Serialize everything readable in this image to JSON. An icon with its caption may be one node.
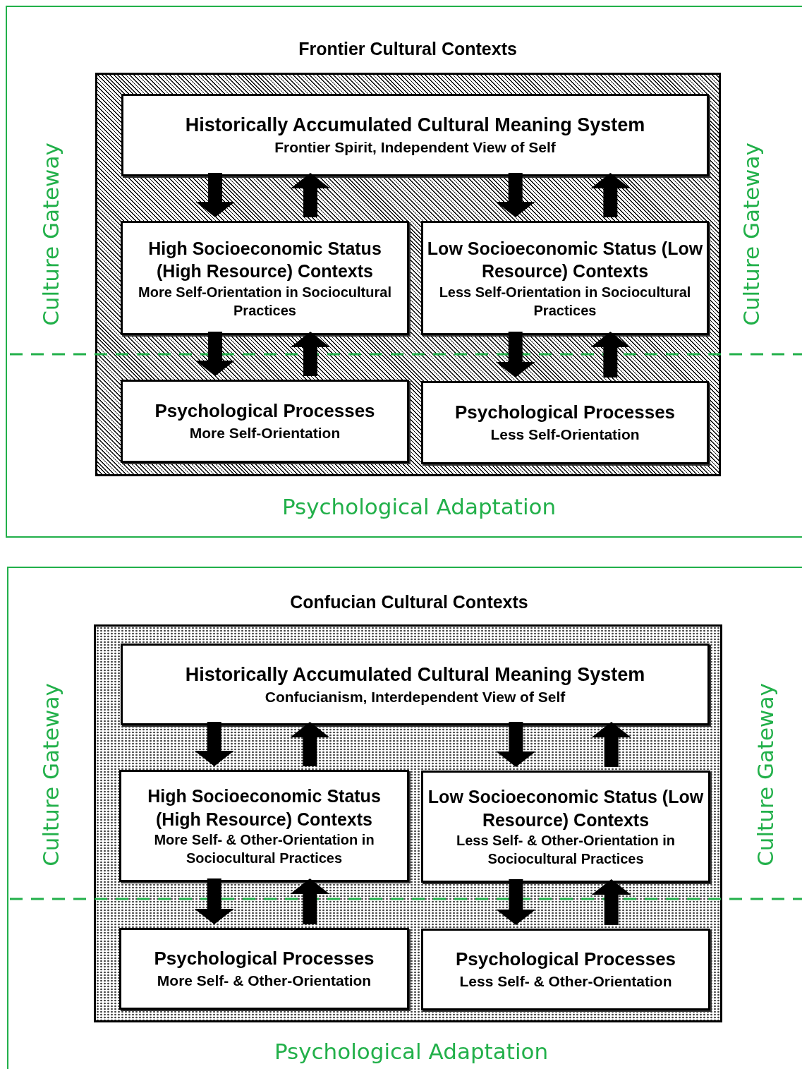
{
  "diagram": {
    "nodes": [
      {
        "text": [
          "Frontier Cultural Contexts"
        ]
      },
      {
        "text": [],
        "shape": "box",
        "in": 0
      },
      {
        "text": [
          "Historically Accumulated Cultural Meaning System",
          "Frontier Spirit, Independent View of Self"
        ],
        "in": 1
      },
      {
        "text": [
          "High Socioeconomic Status (High Resource) Contexts",
          "More Self-Orientation in Sociocultural Practices"
        ],
        "in": 1
      },
      {
        "text": [
          "Low Socioeconomic Status (Low Resource) Contexts",
          "Less Self-Orientation in Sociocultural Practices"
        ],
        "in": 1
      },
      {
        "text": [
          "Psychological Processes",
          "More Self-Orientation"
        ],
        "in": 1
      },
      {
        "text": [
          "Psychological Processes",
          "Less Self-Orientation"
        ],
        "in": 1
      },
      {
        "text": [
          "Confucian Cultural Contexts"
        ]
      },
      {
        "text": [],
        "shape": "box",
        "in": 7
      },
      {
        "text": [
          "Historically Accumulated Cultural Meaning System",
          "Confucianism, Interdependent View of Self"
        ],
        "in": 8
      },
      {
        "text": [
          "High Socioeconomic Status (High Resource) Contexts",
          "More Self- & Other-Orientation in Sociocultural Practices"
        ],
        "in": 8
      },
      {
        "text": [
          "Low Socioeconomic Status (Low Resource) Contexts",
          "Less Self- & Other-Orientation in Sociocultural Practices"
        ],
        "in": 8
      },
      {
        "text": [
          "Psychological Processes",
          "More Self- & Other-Orientation"
        ],
        "in": 8
      },
      {
        "text": [
          "Psychological Processes",
          "Less Self- & Other-Orientation"
        ],
        "in": 8
      }
    ],
    "edges": [
      {
        "from": 2,
        "to": 3,
        "arrow": "to"
      },
      {
        "from": 3,
        "to": 2,
        "arrow": "to"
      },
      {
        "from": 2,
        "to": 4,
        "arrow": "to"
      },
      {
        "from": 4,
        "to": 2,
        "arrow": "to"
      },
      {
        "from": 3,
        "to": 5,
        "arrow": "to"
      },
      {
        "from": 5,
        "to": 3,
        "arrow": "to"
      },
      {
        "from": 4,
        "to": 6,
        "arrow": "to"
      },
      {
        "from": 6,
        "to": 4,
        "arrow": "to"
      },
      {
        "from": 9,
        "to": 10,
        "arrow": "to"
      },
      {
        "from": 10,
        "to": 9,
        "arrow": "to"
      },
      {
        "from": 9,
        "to": 11,
        "arrow": "to"
      },
      {
        "from": 11,
        "to": 9,
        "arrow": "to"
      },
      {
        "from": 10,
        "to": 12,
        "arrow": "to"
      },
      {
        "from": 12,
        "to": 10,
        "arrow": "to"
      },
      {
        "from": 11,
        "to": 13,
        "arrow": "to"
      },
      {
        "from": 13,
        "to": 11,
        "arrow": "to"
      }
    ],
    "labels": [
      "Culture Gateway",
      "Culture Gateway",
      "Psychological Adaptation",
      "Culture Gateway",
      "Culture Gateway",
      "Psychological Adaptation"
    ]
  }
}
